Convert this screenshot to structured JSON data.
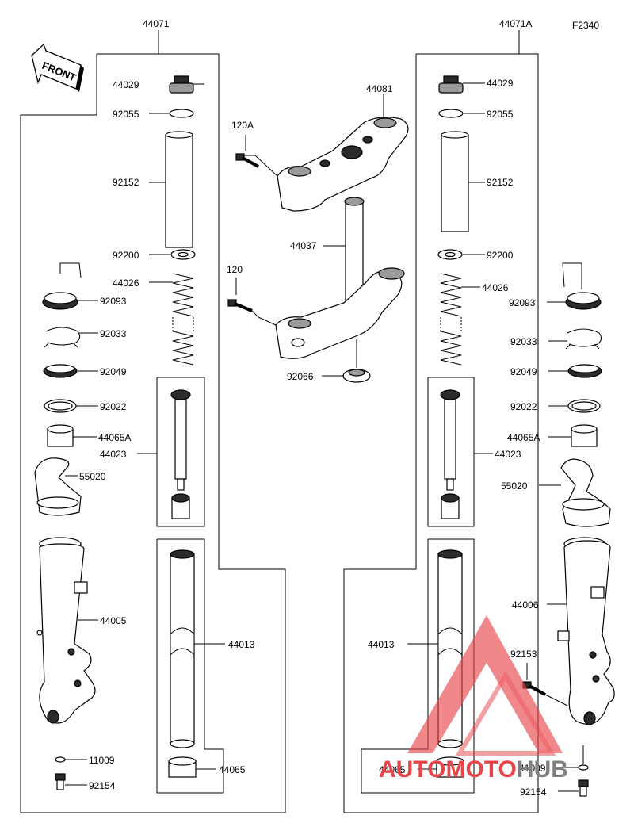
{
  "diagram_code": "F2340",
  "front_label": "FRONT",
  "assembly_left": "44071",
  "assembly_right": "44071A",
  "parts": {
    "cap_bolt": "44029",
    "o_ring": "92055",
    "pipe": "92152",
    "washer": "92200",
    "spring": "44026",
    "dust_seal": "92093",
    "ring": "92033",
    "oil_seal": "92049",
    "washer_2": "92022",
    "bushing": "44065A",
    "cylinder": "44023",
    "cover": "55020",
    "outer_tube_left": "44005",
    "outer_tube_right": "44006",
    "inner_tube": "44013",
    "bushing_lower": "44065",
    "gasket": "11009",
    "bolt_lower": "92154",
    "bracket_upper": "44081",
    "bolt_120a": "120A",
    "stem": "44037",
    "bolt_120": "120",
    "cap_92066": "92066",
    "bolt_92153": "92153"
  },
  "watermark": {
    "text_red": "AUTO",
    "text_mid": "MOTO",
    "text_grey": "HUB",
    "color_red": "#e8454a",
    "color_grey": "#7f7f7f"
  }
}
